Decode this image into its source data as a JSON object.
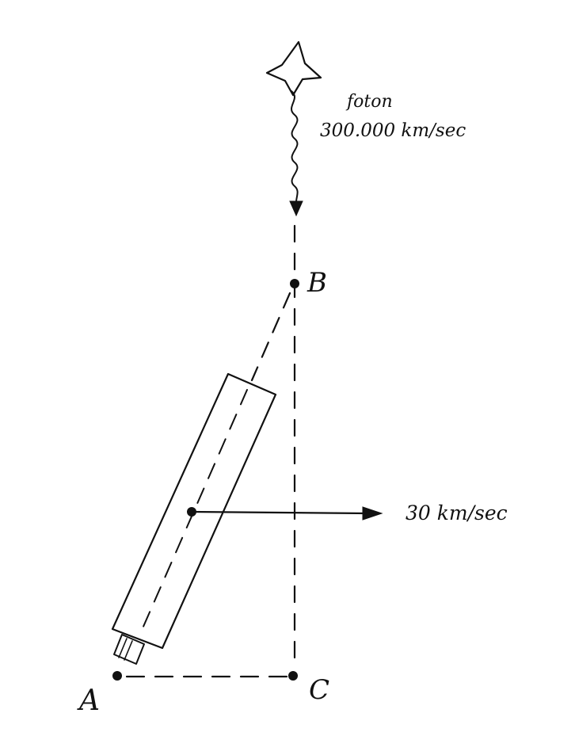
{
  "labels": {
    "photon_name": "foton",
    "photon_speed": "300.000 km/sec",
    "telescope_speed": "30 km/sec",
    "point_a": "A",
    "point_b": "B",
    "point_c": "C"
  },
  "colors": {
    "ink": "#111111",
    "paper": "#ffffff"
  },
  "icons": {
    "source": "star-icon",
    "photon_path": "wavy-arrow",
    "motion": "right-arrow"
  }
}
